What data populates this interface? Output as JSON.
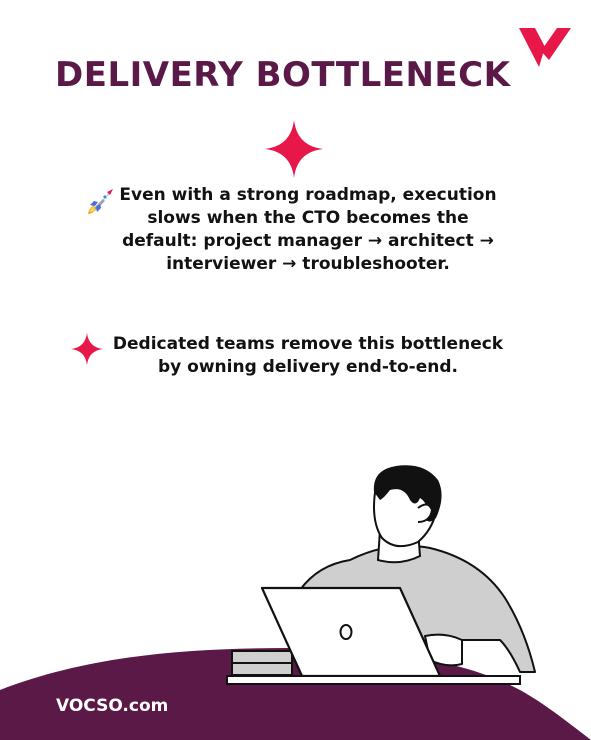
{
  "brand": {
    "accent_color": "#e8174a",
    "primary_color": "#5b1947",
    "logo_icon": "brand-v-logo-icon"
  },
  "title": "DELIVERY BOTTLENECK",
  "points": [
    {
      "icon": "rocket-icon",
      "text": "Even with a strong roadmap, execution slows when the CTO becomes the default: project manager → architect → interviewer → troubleshooter."
    },
    {
      "icon": "sparkle-icon",
      "text": "Dedicated teams remove this bottleneck by owning delivery end-to-end."
    }
  ],
  "footer": {
    "website": "VOCSO.com"
  }
}
